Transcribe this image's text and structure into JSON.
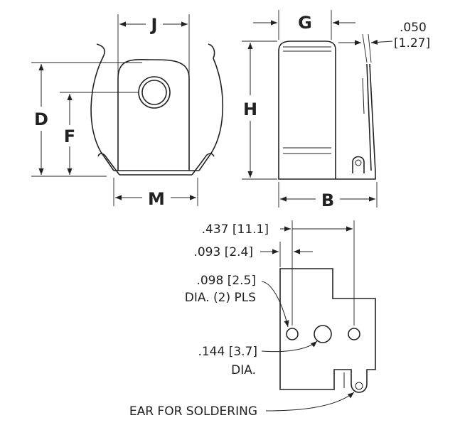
{
  "front_view": {
    "dim_j": "J",
    "dim_d": "D",
    "dim_f": "F",
    "dim_m": "M"
  },
  "side_view": {
    "dim_g": "G",
    "dim_h": "H",
    "dim_b": "B",
    "thickness_in": ".050",
    "thickness_mm": "[1.27]"
  },
  "bottom_view": {
    "spacing_label": ".437 [11.1]",
    "offset_label": ".093 [2.4]",
    "small_hole_size": ".098 [2.5]",
    "small_hole_note": "DIA. (2) PLS",
    "center_hole_size": ".144 [3.7]",
    "center_hole_note": "DIA.",
    "ear_note": "EAR FOR SOLDERING"
  }
}
